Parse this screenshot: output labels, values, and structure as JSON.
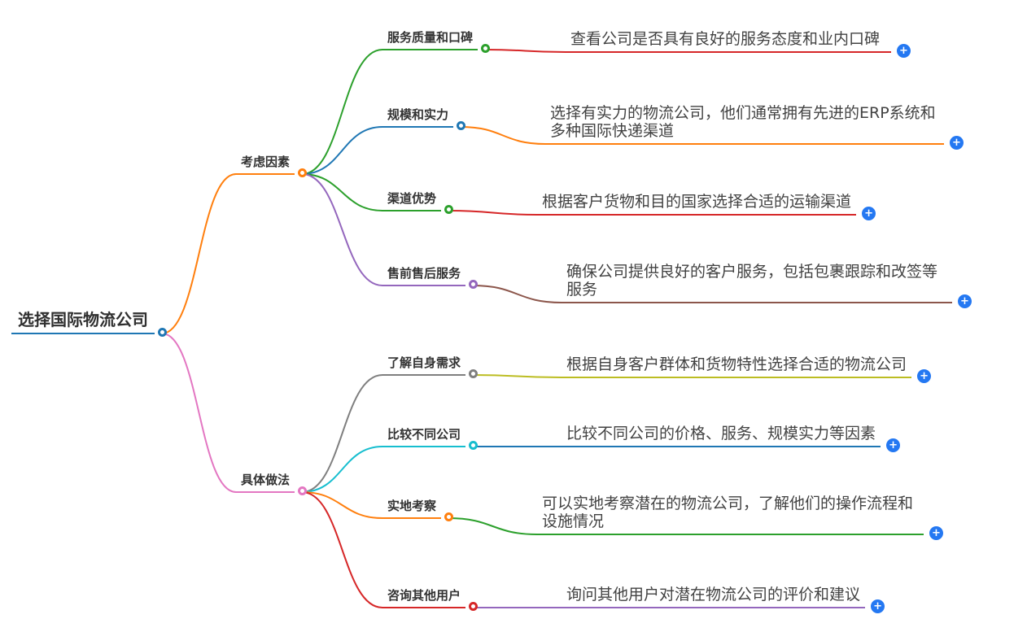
{
  "canvas": {
    "background": "#ffffff"
  },
  "colors": {
    "blue": "#1f77b4",
    "orange": "#ff7f0e",
    "green": "#2ca02c",
    "red": "#d62728",
    "purple": "#9467bd",
    "brown": "#8c564b",
    "pink": "#e377c2",
    "gray": "#7f7f7f",
    "olive": "#bcbd22",
    "cyan": "#17becf",
    "plus_button": "#2478f2"
  },
  "icons": {
    "plus": "+"
  },
  "root": {
    "label": "选择国际物流公司"
  },
  "branches": [
    {
      "label": "考虑因素",
      "children": [
        {
          "label": "服务质量和口碑",
          "detail": "查看公司是否具有良好的服务态度和业内口碑"
        },
        {
          "label": "规模和实力",
          "detail": "选择有实力的物流公司，他们通常拥有先进的ERP系统和多种国际快递渠道"
        },
        {
          "label": "渠道优势",
          "detail": "根据客户货物和目的国家选择合适的运输渠道"
        },
        {
          "label": "售前售后服务",
          "detail": "确保公司提供良好的客户服务，包括包裹跟踪和改签等服务"
        }
      ]
    },
    {
      "label": "具体做法",
      "children": [
        {
          "label": "了解自身需求",
          "detail": "根据自身客户群体和货物特性选择合适的物流公司"
        },
        {
          "label": "比较不同公司",
          "detail": "比较不同公司的价格、服务、规模实力等因素"
        },
        {
          "label": "实地考察",
          "detail": "可以实地考察潜在的物流公司，了解他们的操作流程和设施情况"
        },
        {
          "label": "咨询其他用户",
          "detail": "询问其他用户对潜在物流公司的评价和建议"
        }
      ]
    }
  ]
}
